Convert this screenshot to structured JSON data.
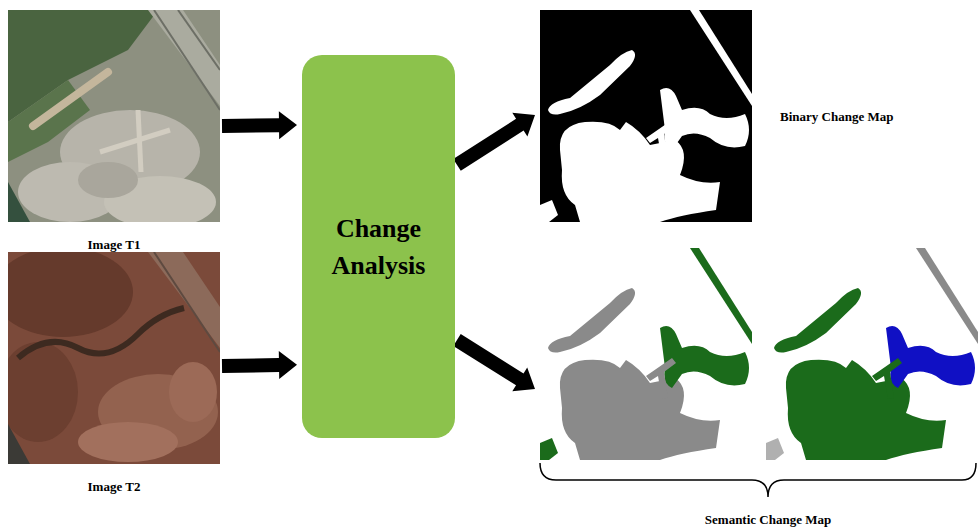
{
  "diagram": {
    "nodes": [
      {
        "text": [
          "Image T1"
        ]
      },
      {
        "text": [
          "Image T2"
        ]
      },
      {
        "text": [
          "Change Analysis"
        ]
      },
      {
        "text": [
          "Binary Change Map"
        ]
      },
      {
        "text": [
          "Semantic Change Map"
        ]
      }
    ],
    "edges": [
      {
        "from": 0,
        "to": 2,
        "arrow": "to"
      },
      {
        "from": 1,
        "to": 2,
        "arrow": "to"
      },
      {
        "from": 2,
        "to": 3,
        "arrow": "to"
      },
      {
        "from": 2,
        "to": 4,
        "arrow": "to"
      }
    ]
  }
}
